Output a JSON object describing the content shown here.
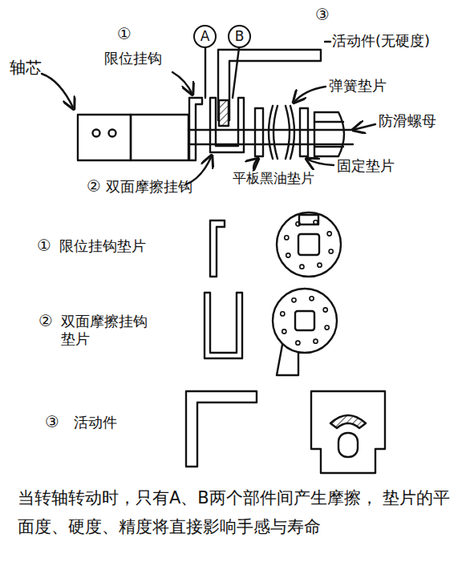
{
  "diagram": {
    "caption": "当转轴转动时，只有A、B两个部件间产生摩擦， 垫片的平面度、硬度、精度将直接影响手感与寿命",
    "nodes": [
      {
        "text": [
          "A"
        ]
      },
      {
        "text": [
          "B"
        ]
      }
    ],
    "labels": [
      "轴芯",
      "①",
      "限位挂钩",
      "③",
      "活动件(无硬度)",
      "弹簧垫片",
      "防滑螺母",
      "固定垫片",
      "平板黑油垫片",
      "②",
      "双面摩擦挂钩",
      "①",
      "限位挂钩垫片",
      "②",
      "双面摩擦挂钩垫片",
      "③",
      "活动件"
    ]
  }
}
